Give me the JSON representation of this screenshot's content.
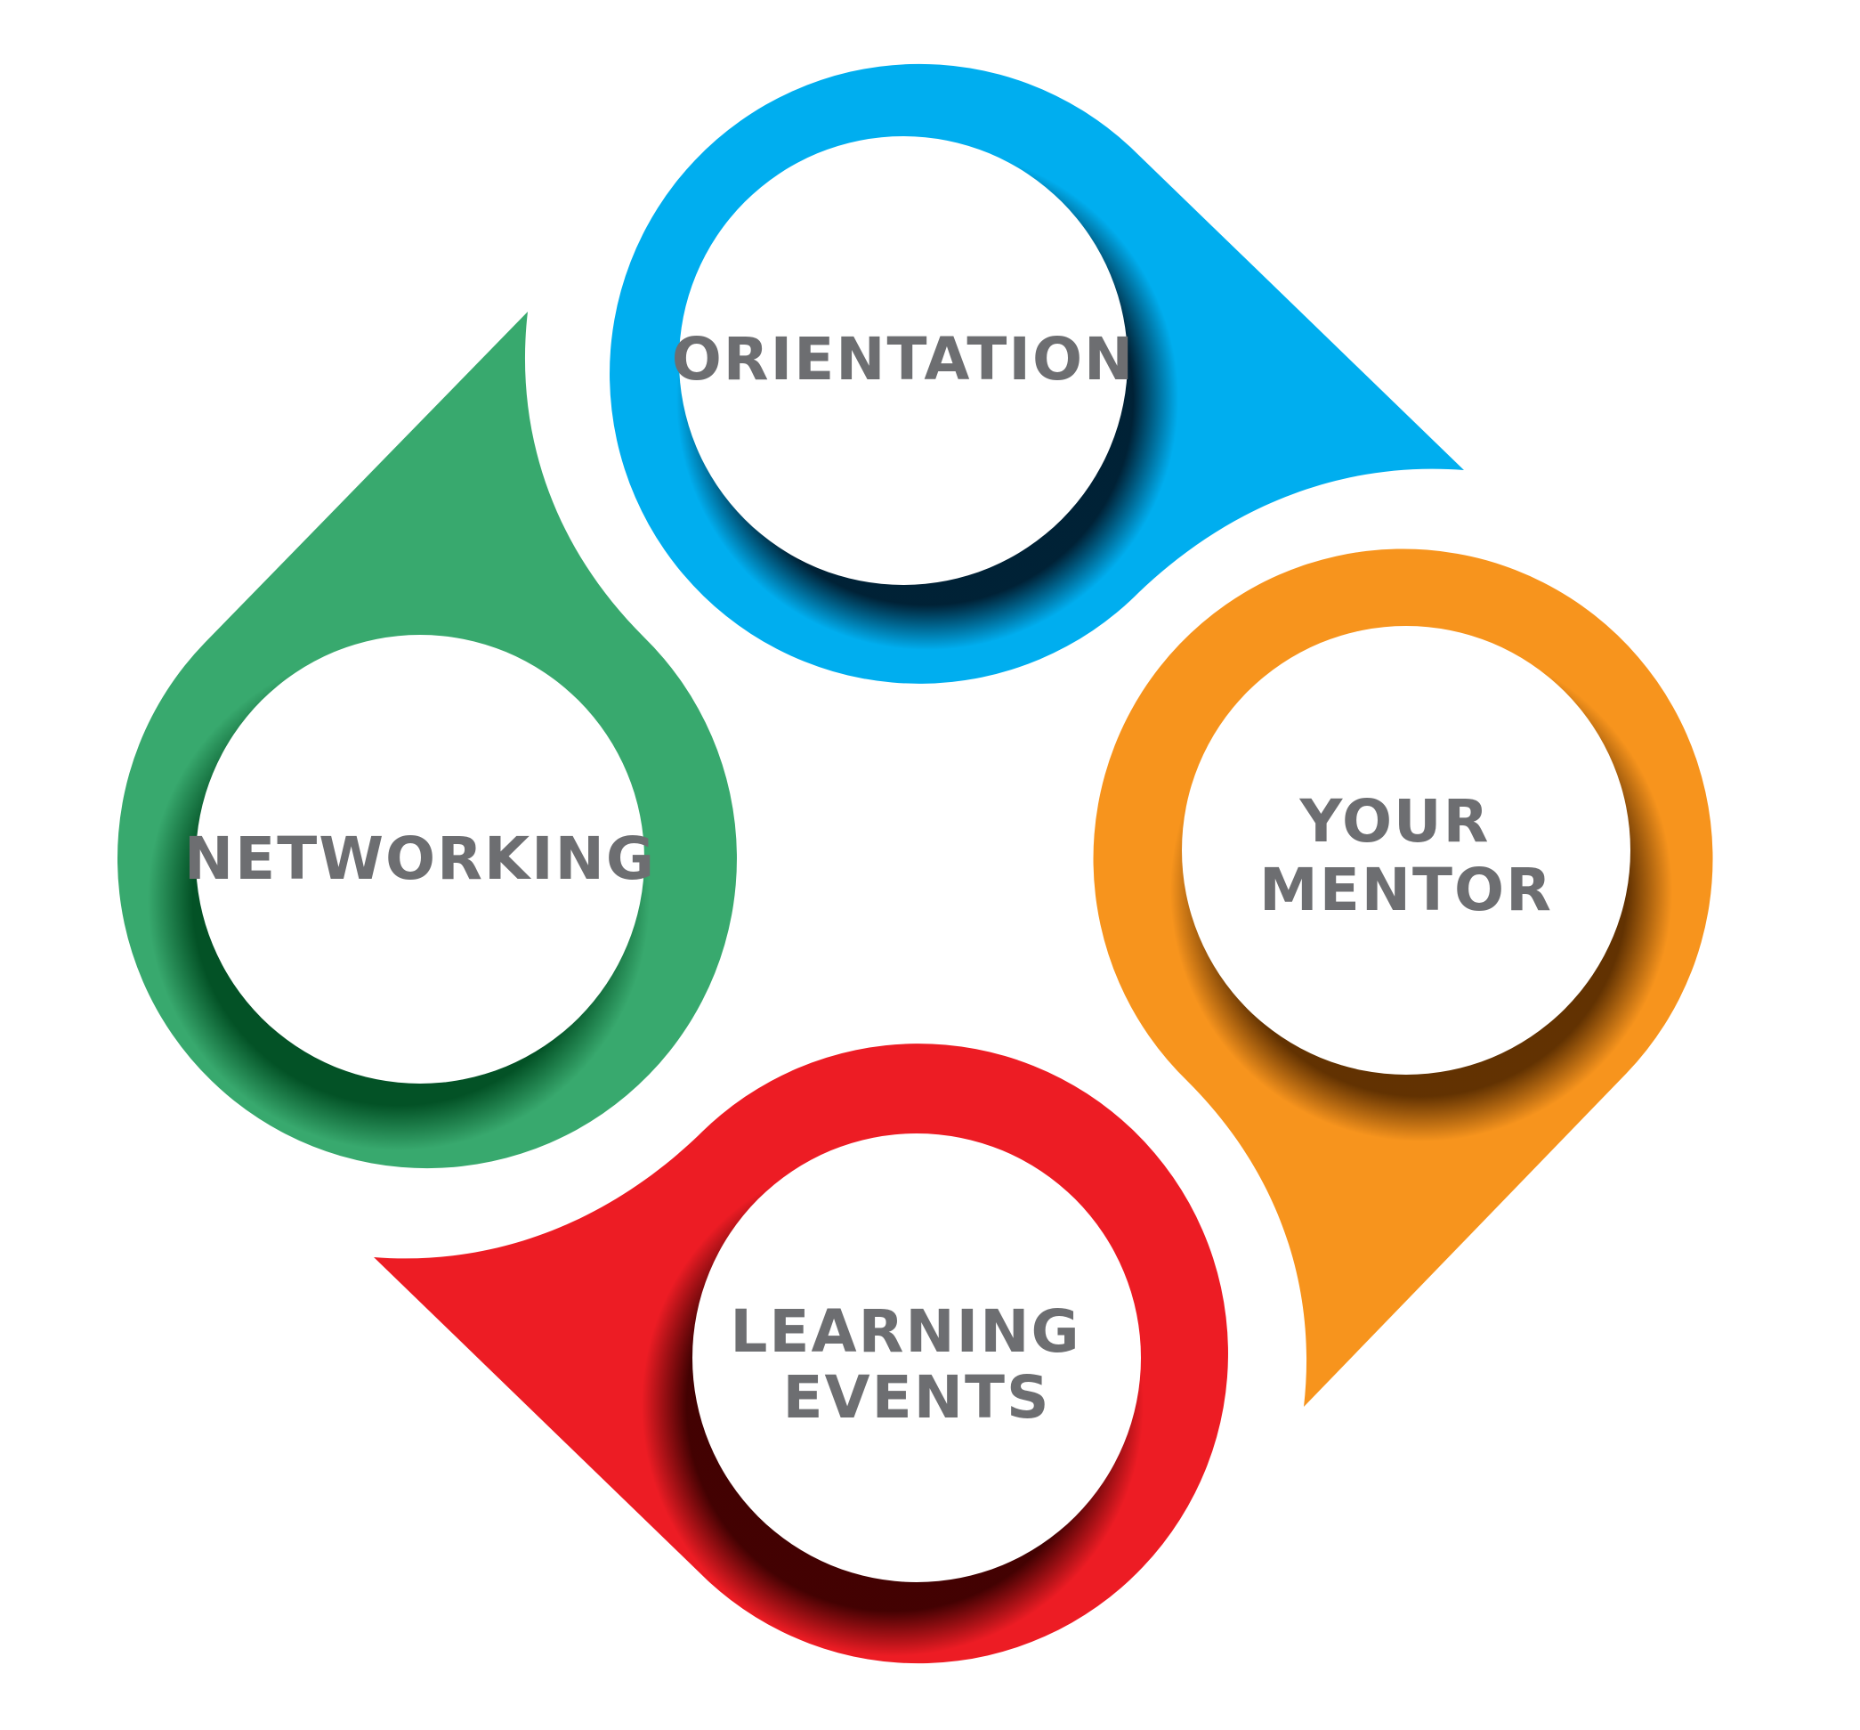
{
  "diagram": {
    "nodes": [
      {
        "id": "orientation",
        "lines": [
          "ORIENTATION"
        ],
        "color": "#00AEEF",
        "shadow": "#001A2C"
      },
      {
        "id": "your-mentor",
        "lines": [
          "YOUR",
          "MENTOR"
        ],
        "color": "#F7941D",
        "shadow": "#5A2D00"
      },
      {
        "id": "learning-events",
        "lines": [
          "LEARNING",
          "EVENTS"
        ],
        "color": "#ED1C24",
        "shadow": "#3A0000"
      },
      {
        "id": "networking",
        "lines": [
          "NETWORKING"
        ],
        "color": "#38A96E",
        "shadow": "#004D22"
      }
    ],
    "label_color": "#6D6E71",
    "inner_fill": "#FFFFFF"
  }
}
